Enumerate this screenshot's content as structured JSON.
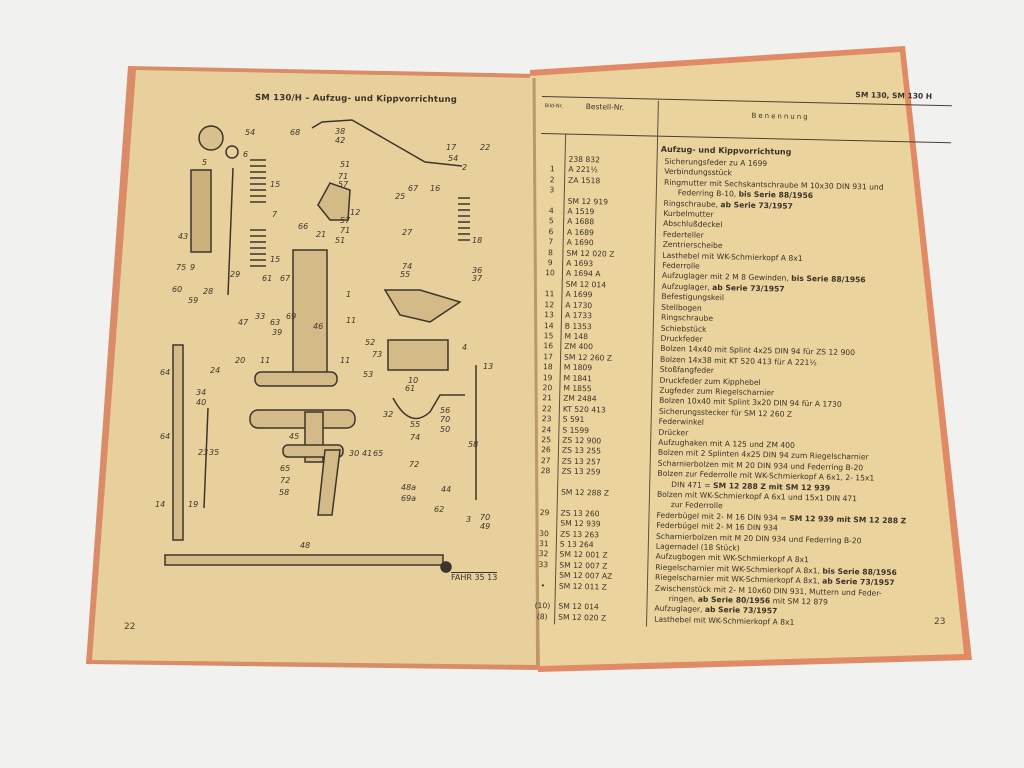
{
  "left_page": {
    "title": "SM 130/H – Aufzug- und Kippvorrichtung",
    "page_number": "22",
    "drawing_ref": "FAHR 35 13",
    "callouts": [
      "54",
      "6",
      "5",
      "68",
      "38",
      "42",
      "17",
      "22",
      "54",
      "2",
      "51",
      "71",
      "57",
      "12",
      "15",
      "7",
      "15",
      "43",
      "67",
      "16",
      "25",
      "66",
      "21",
      "57",
      "71",
      "51",
      "27",
      "18",
      "74",
      "55",
      "36",
      "37",
      "75",
      "9",
      "29",
      "61",
      "67",
      "60",
      "28",
      "59",
      "47",
      "33",
      "63",
      "39",
      "46",
      "69",
      "1",
      "11",
      "52",
      "73",
      "53",
      "10",
      "4",
      "13",
      "64",
      "24",
      "20",
      "11",
      "11",
      "34",
      "40",
      "61",
      "32",
      "56",
      "70",
      "50",
      "55",
      "74",
      "64",
      "23",
      "35",
      "45",
      "65",
      "72",
      "58",
      "30",
      "41",
      "65",
      "72",
      "58",
      "14",
      "19",
      "48a",
      "69a",
      "44",
      "62",
      "3",
      "70",
      "49",
      "48"
    ]
  },
  "right_page": {
    "series": "SM 130,  SM 130 H",
    "page_number": "23",
    "headers": {
      "nr": "Bild-Nr.",
      "bestell": "Bestell-Nr.",
      "benennung": "Benennung"
    },
    "section": "Aufzug- und Kippvorrichtung",
    "rows": [
      {
        "nr": "",
        "bestell": "238 832",
        "text": "Sicherungsfeder zu A 1699"
      },
      {
        "nr": "1",
        "bestell": "A 221½",
        "text": "Verbindungsstück"
      },
      {
        "nr": "2",
        "bestell": "ZA 1518",
        "text": "Ringmutter mit Sechskantschraube M 10x30 DIN 931 und"
      },
      {
        "nr": "3",
        "bestell": "",
        "text": "Federring B-10, ",
        "bold": "bis Serie 88/1956",
        "indent": true
      },
      {
        "nr": "",
        "bestell": "SM 12 919",
        "text": "Ringschraube, ",
        "bold": "ab Serie 73/1957"
      },
      {
        "nr": "4",
        "bestell": "A 1519",
        "text": "Kurbelmutter"
      },
      {
        "nr": "5",
        "bestell": "A 1688",
        "text": "Abschlußdeckel"
      },
      {
        "nr": "6",
        "bestell": "A 1689",
        "text": "Federteller"
      },
      {
        "nr": "7",
        "bestell": "A 1690",
        "text": "Zentrierscheibe"
      },
      {
        "nr": "8",
        "bestell": "SM 12 020 Z",
        "text": "Lasthebel mit WK-Schmierkopf A 8x1"
      },
      {
        "nr": "9",
        "bestell": "A 1693",
        "text": "Federrolle"
      },
      {
        "nr": "10",
        "bestell": "A 1694 A",
        "text": "Aufzuglager mit 2 M 8 Gewinden, ",
        "bold": "bis Serie 88/1956"
      },
      {
        "nr": "",
        "bestell": "SM 12 014",
        "text": "Aufzuglager, ",
        "bold": "ab Serie 73/1957"
      },
      {
        "nr": "11",
        "bestell": "A 1699",
        "text": "Befestigungskeil"
      },
      {
        "nr": "12",
        "bestell": "A 1730",
        "text": "Stellbogen"
      },
      {
        "nr": "13",
        "bestell": "A 1733",
        "text": "Ringschraube"
      },
      {
        "nr": "14",
        "bestell": "B 1353",
        "text": "Schiebstück"
      },
      {
        "nr": "15",
        "bestell": "M 148",
        "text": "Druckfeder"
      },
      {
        "nr": "16",
        "bestell": "ZM 400",
        "text": "Bolzen 14x40 mit Splint 4x25 DIN 94 für ZS 12 900"
      },
      {
        "nr": "17",
        "bestell": "SM 12 260 Z",
        "text": "Bolzen 14x38 mit KT 520 413 für A 221½"
      },
      {
        "nr": "18",
        "bestell": "M 1809",
        "text": "Stoßfangfeder"
      },
      {
        "nr": "19",
        "bestell": "M 1841",
        "text": "Druckfeder zum Kipphebel"
      },
      {
        "nr": "20",
        "bestell": "M 1855",
        "text": "Zugfeder zum Riegelscharnier"
      },
      {
        "nr": "21",
        "bestell": "ZM 2484",
        "text": "Bolzen 10x40 mit Splint 3x20 DIN 94 für A 1730"
      },
      {
        "nr": "22",
        "bestell": "KT 520 413",
        "text": "Sicherungsstecker für SM 12 260 Z"
      },
      {
        "nr": "23",
        "bestell": "S 591",
        "text": "Federwinkel"
      },
      {
        "nr": "24",
        "bestell": "S 1599",
        "text": "Drücker"
      },
      {
        "nr": "25",
        "bestell": "ZS 12 900",
        "text": "Aufzughaken mit A 125 und ZM 400"
      },
      {
        "nr": "26",
        "bestell": "ZS 13 255",
        "text": "Bolzen mit 2 Splinten 4x25 DIN 94 zum Riegelscharnier"
      },
      {
        "nr": "27",
        "bestell": "ZS 13 257",
        "text": "Scharnierbolzen mit M 20 DIN 934 und Federring B-20"
      },
      {
        "nr": "28",
        "bestell": "ZS 13 259",
        "text": "Bolzen zur Federrolle mit WK-Schmierkopf A 6x1, 2- 15x1"
      },
      {
        "nr": "",
        "bestell": "",
        "text": "DIN 471 = ",
        "bold": "SM 12 288 Z mit SM 12 939",
        "indent": true
      },
      {
        "nr": "",
        "bestell": "SM 12 288 Z",
        "text": "Bolzen mit WK-Schmierkopf A 6x1 und 15x1 DIN 471"
      },
      {
        "nr": "",
        "bestell": "",
        "text": "zur Federrolle",
        "indent": true
      },
      {
        "nr": "29",
        "bestell": "ZS 13 260",
        "text": "Federbügel mit 2- M 16 DIN 934 = ",
        "bold": "SM 12 939 mit SM 12 288 Z"
      },
      {
        "nr": "",
        "bestell": "SM 12 939",
        "text": "Federbügel mit 2- M 16 DIN 934"
      },
      {
        "nr": "30",
        "bestell": "ZS 13 263",
        "text": "Scharnierbolzen mit M 20 DIN 934 und Federring B-20"
      },
      {
        "nr": "31",
        "bestell": "S 13 264",
        "text": "Lagernadel (18 Stück)"
      },
      {
        "nr": "32",
        "bestell": "SM 12 001 Z",
        "text": "Aufzugbogen mit WK-Schmierkopf A 8x1"
      },
      {
        "nr": "33",
        "bestell": "SM 12 007 Z",
        "text": "Riegelscharnier mit WK-Schmierkopf A 8x1, ",
        "bold": "bis Serie 88/1956"
      },
      {
        "nr": "",
        "bestell": "SM 12 007 AZ",
        "text": "Riegelscharnier mit WK-Schmierkopf A 8x1, ",
        "bold": "ab Serie 73/1957"
      },
      {
        "nr": "•",
        "bestell": "SM 12 011 Z",
        "text": "Zwischenstück mit 2- M 10x60 DIN 931, Muttern und Feder-"
      },
      {
        "nr": "",
        "bestell": "",
        "text": "ringen, ",
        "bold": "ab Serie 80/1956",
        "post": " mit SM 12 879",
        "indent": true
      },
      {
        "nr": "(10)",
        "bestell": "SM 12 014",
        "text": "Aufzuglager, ",
        "bold": "ab Serie 73/1957"
      },
      {
        "nr": "(8)",
        "bestell": "SM 12 020 Z",
        "text": "Lasthebel mit WK-Schmierkopf A 8x1"
      }
    ]
  },
  "colors": {
    "paper": "#e6cf9a",
    "paper_edge": "#d9a16f",
    "ink": "#3a3228",
    "background": "#f1f1f0"
  }
}
